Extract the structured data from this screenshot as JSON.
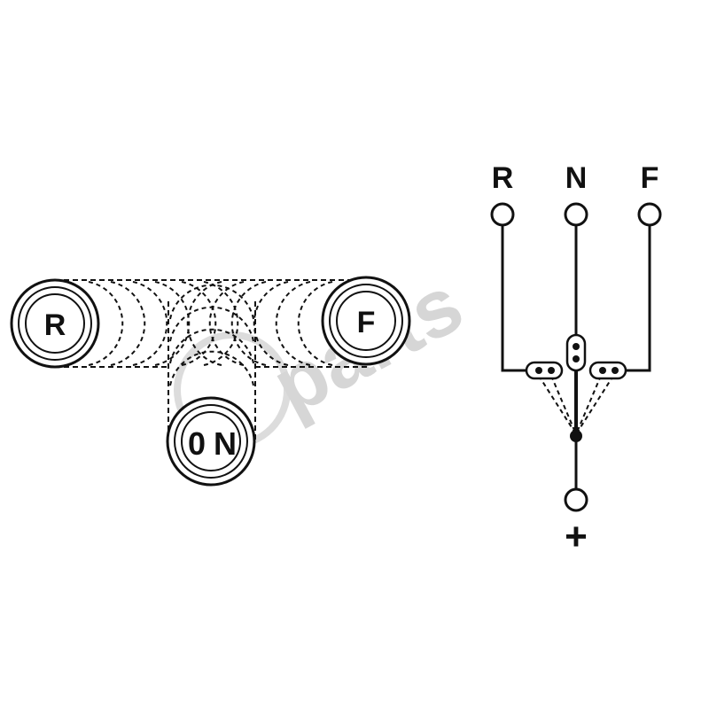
{
  "shifter": {
    "left_position": "R",
    "right_position": "F",
    "bottom_position": "N",
    "bottom_prefix": "0"
  },
  "circuit": {
    "terminal_r": "R",
    "terminal_n": "N",
    "terminal_f": "F",
    "supply": "+"
  },
  "watermark": {
    "text": "parts"
  },
  "colors": {
    "ink": "#111111",
    "watermark": "#d6d6d6",
    "background": "#ffffff"
  }
}
